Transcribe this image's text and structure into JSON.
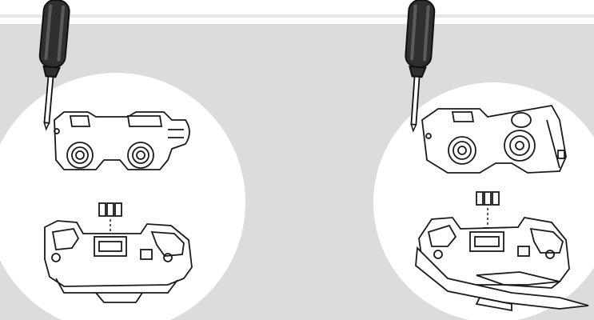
{
  "colors": {
    "background_band": "#dcdcdc",
    "top_rule": "#e6e6e6",
    "circle_fill": "#ffffff",
    "line": "#1a1a1a",
    "screwdriver_handle": "#2f2f2f",
    "screwdriver_highlight": "#5a5a5a",
    "arrow": "#222222"
  },
  "panels": [
    {
      "step": "left",
      "shows": [
        "screwdriver-icon",
        "device-top-view",
        "battery-contacts-icon",
        "device-bottom-view"
      ]
    },
    {
      "step": "right",
      "shows": [
        "screwdriver-icon",
        "device-top-view-opened",
        "battery-contacts-icon",
        "device-bottom-view-with-cover"
      ]
    }
  ]
}
